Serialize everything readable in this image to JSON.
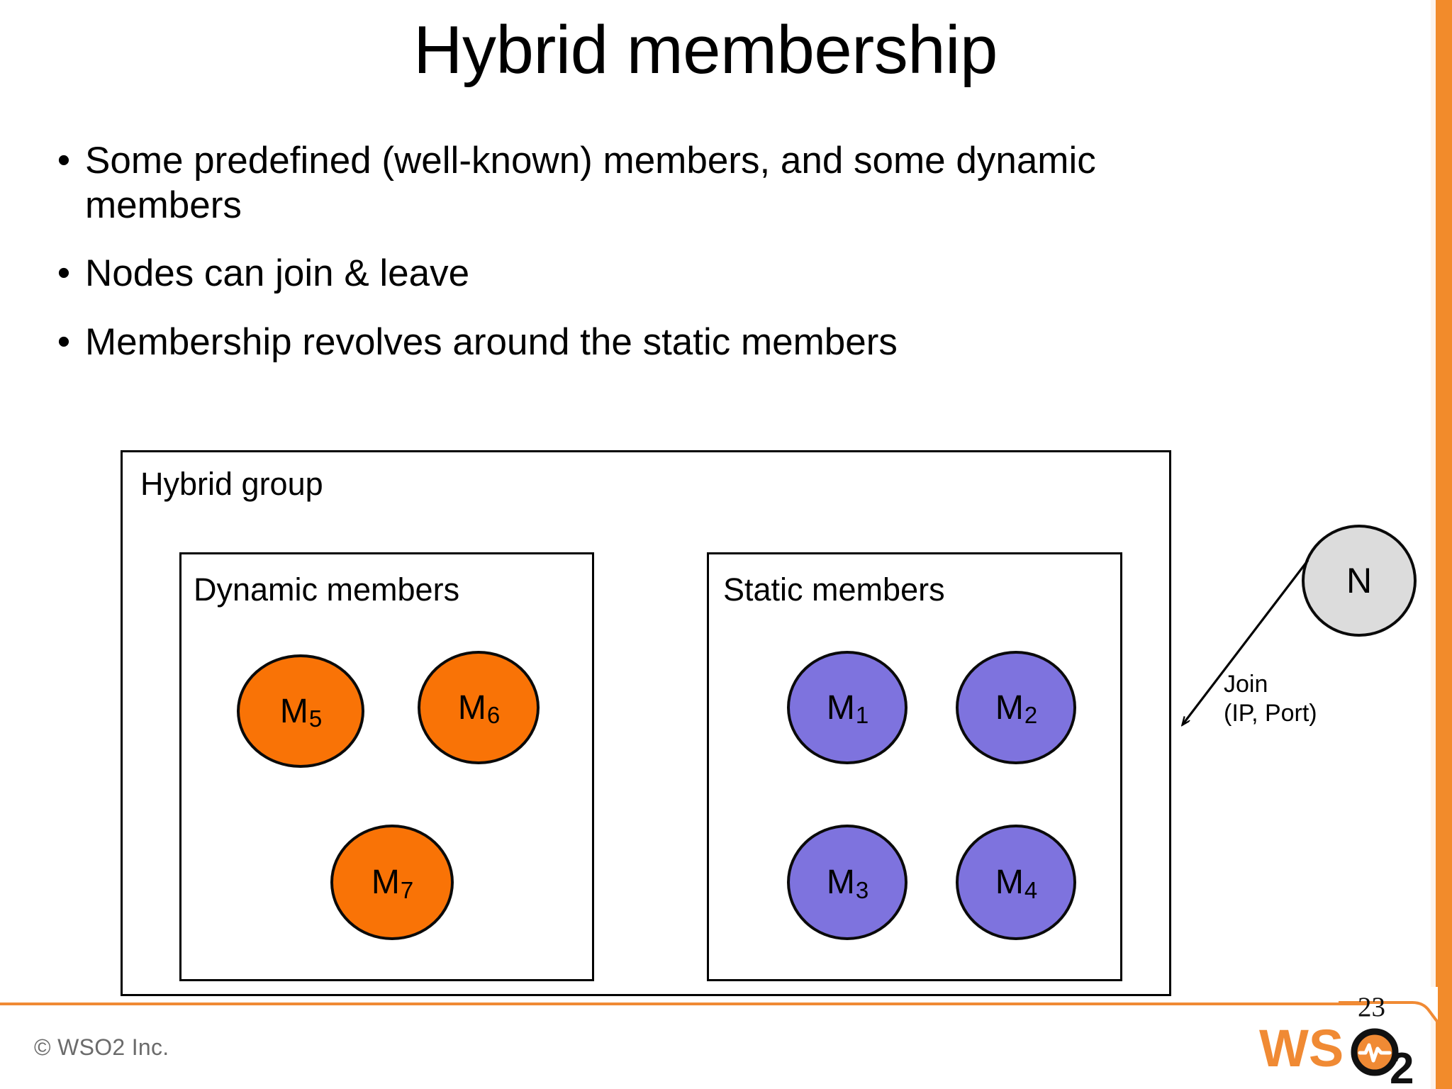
{
  "slide": {
    "title": "Hybrid membership",
    "page_number": "23",
    "copyright": "© WSO2 Inc.",
    "brand": {
      "name": "WSO2",
      "orange": "#F08A34",
      "logo_text_ws": "WS",
      "logo_text_o": "O",
      "logo_text_2": "2"
    }
  },
  "bullets": [
    {
      "marker": "•",
      "text": "Some predefined (well-known) members, and some dynamic members"
    },
    {
      "marker": "•",
      "text": "Nodes can join & leave"
    },
    {
      "marker": "•",
      "text": "Membership revolves around the static members"
    }
  ],
  "diagram": {
    "outer_group_label": "Hybrid group",
    "dynamic_group_label": "Dynamic members",
    "static_group_label": "Static members",
    "colors": {
      "dynamic_fill": "#F97306",
      "static_fill": "#7E73DE",
      "new_node_fill": "#DCDCDC",
      "stroke": "#000000"
    },
    "dynamic_nodes": [
      {
        "base": "M",
        "sub": "5"
      },
      {
        "base": "M",
        "sub": "6"
      },
      {
        "base": "M",
        "sub": "7"
      }
    ],
    "static_nodes": [
      {
        "base": "M",
        "sub": "1"
      },
      {
        "base": "M",
        "sub": "2"
      },
      {
        "base": "M",
        "sub": "3"
      },
      {
        "base": "M",
        "sub": "4"
      }
    ],
    "new_node": {
      "label": "N"
    },
    "join_arrow": {
      "line1": "Join",
      "line2": "(IP, Port)"
    }
  }
}
